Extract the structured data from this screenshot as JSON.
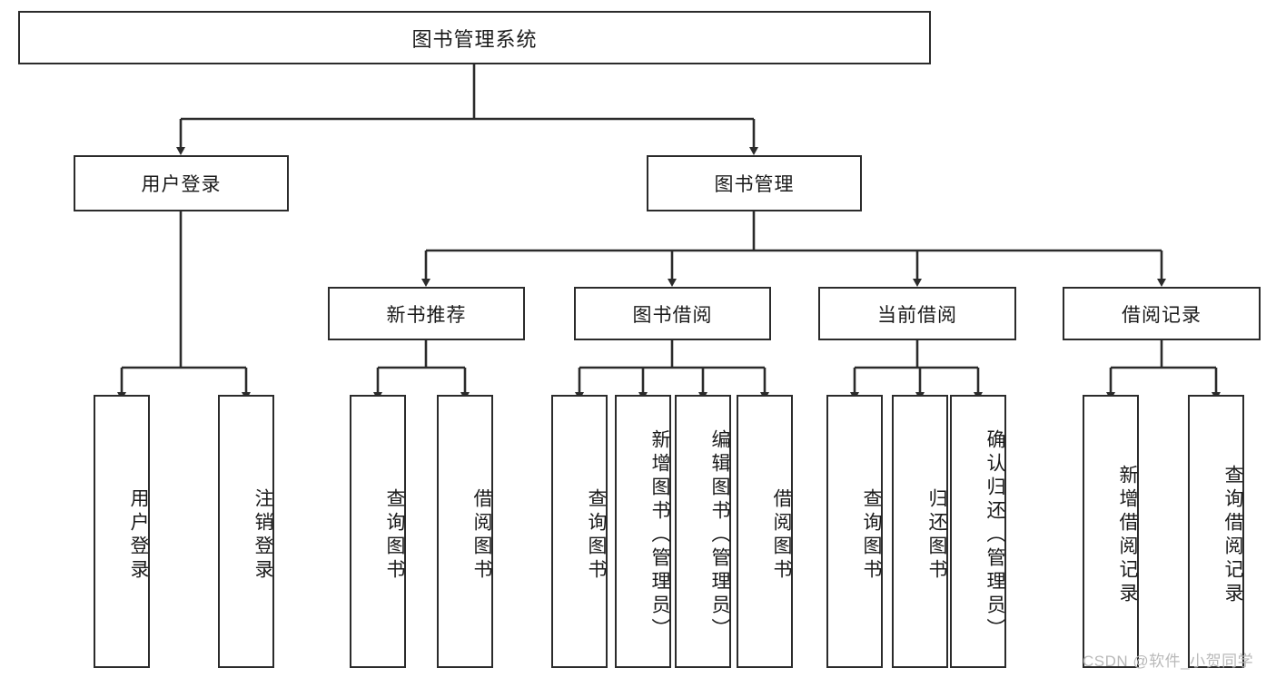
{
  "diagram": {
    "type": "tree",
    "title": "图书管理系统",
    "orientation": "top-down",
    "edge_color": "#2b2b2b",
    "node_border_color": "#2b2b2b",
    "node_fill_color": "#ffffff",
    "text_color": "#1a1a1a",
    "root": {
      "label": "图书管理系统"
    },
    "level2": [
      {
        "label": "用户登录"
      },
      {
        "label": "图书管理"
      }
    ],
    "level3": [
      {
        "label": "新书推荐"
      },
      {
        "label": "图书借阅"
      },
      {
        "label": "当前借阅"
      },
      {
        "label": "借阅记录"
      }
    ],
    "leaves": {
      "user_login": [
        {
          "label": "用户登录"
        },
        {
          "label": "注销登录"
        }
      ],
      "new_book_recommend": [
        {
          "label": "查询图书"
        },
        {
          "label": "借阅图书"
        }
      ],
      "book_borrow": [
        {
          "label": "查询图书"
        },
        {
          "label": "新增图书（管理员）"
        },
        {
          "label": "编辑图书（管理员）"
        },
        {
          "label": "借阅图书"
        }
      ],
      "current_borrow": [
        {
          "label": "查询图书"
        },
        {
          "label": "归还图书"
        },
        {
          "label": "确认归还（管理员）"
        }
      ],
      "borrow_record": [
        {
          "label": "新增借阅记录"
        },
        {
          "label": "查询借阅记录"
        }
      ]
    }
  },
  "watermark": {
    "text": "CSDN @软件_小贺同学",
    "color": "#b9b9b9"
  }
}
